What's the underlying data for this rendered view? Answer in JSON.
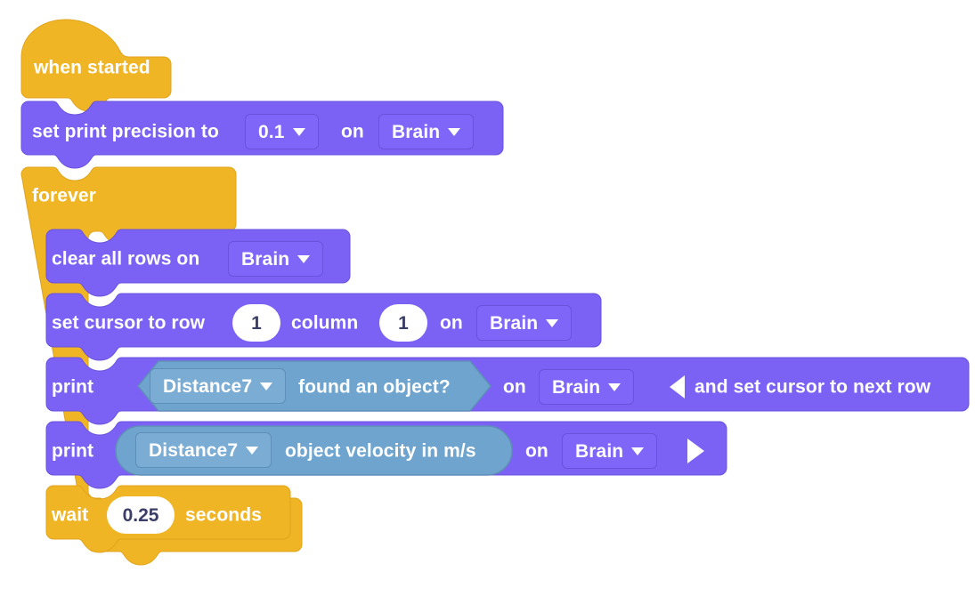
{
  "workspace": {
    "background": "#ffffff",
    "colors": {
      "control_orange": "#efb525",
      "control_orange_dark": "#e0a41d",
      "io_purple": "#7b62f5",
      "io_purple_dark": "#6a52dd",
      "sensor_blue": "#6ea4ce",
      "sensor_blue_light": "#7aacd4",
      "text_white": "#ffffff",
      "num_text": "#3b3e66"
    }
  },
  "script": {
    "hat": {
      "label": "when started",
      "category": "control"
    },
    "blocks": [
      {
        "id": "set-print-precision",
        "category": "io",
        "text_before": "set print precision to",
        "precision_value": "0.1",
        "text_mid": "on",
        "device_value": "Brain"
      },
      {
        "id": "forever",
        "category": "control",
        "label": "forever",
        "loop_icon": "loop-arrow-icon"
      },
      {
        "id": "clear-all-rows",
        "category": "io",
        "text_before": "clear all rows on",
        "device_value": "Brain"
      },
      {
        "id": "set-cursor",
        "category": "io",
        "text_before": "set cursor to row",
        "row_value": "1",
        "text_mid": "column",
        "column_value": "1",
        "text_on": "on",
        "device_value": "Brain"
      },
      {
        "id": "print-found-object",
        "category": "io",
        "text_before": "print",
        "reporter": {
          "shape": "hexagon",
          "device_value": "Distance7",
          "label": "found an object?"
        },
        "text_on": "on",
        "device_value": "Brain",
        "toggle_icon": "collapse-left-triangle-icon",
        "suffix_text": "and set cursor to next row"
      },
      {
        "id": "print-object-velocity",
        "category": "io",
        "text_before": "print",
        "reporter": {
          "shape": "oval",
          "device_value": "Distance7",
          "label": "object velocity in m/s"
        },
        "text_on": "on",
        "device_value": "Brain",
        "toggle_icon": "expand-right-triangle-icon"
      },
      {
        "id": "wait",
        "category": "control",
        "text_before": "wait",
        "seconds_value": "0.25",
        "text_after": "seconds"
      }
    ]
  }
}
